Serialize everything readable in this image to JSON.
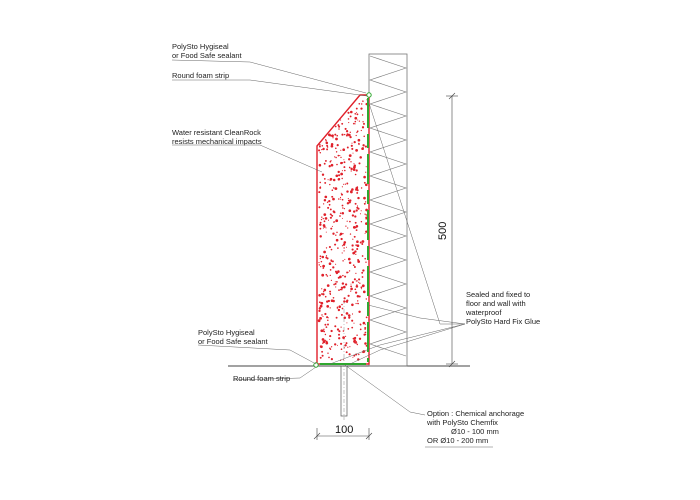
{
  "labels": {
    "top_sealant_1": "PolySto Hygiseal",
    "top_sealant_2": "or  Food Safe sealant",
    "top_foam": "Round foam strip",
    "cleanrock_1": "Water resistant  CleanRock",
    "cleanrock_2": "resists mechanical impacts",
    "fixed_1": "Sealed and fixed to",
    "fixed_2": "floor and wall with",
    "fixed_3": "waterproof",
    "fixed_4": "PolySto Hard Fix Glue",
    "bottom_sealant_1": "PolySto Hygiseal",
    "bottom_sealant_2": "or  Food Safe sealant",
    "bottom_foam": "Round foam strip",
    "option_1": "Option : Chemical anchorage",
    "option_2": "with PolySto Chemfix",
    "option_3": "Ø10 - 100 mm",
    "option_4": "OR      Ø10 - 200 mm"
  },
  "dimensions": {
    "height": "500",
    "width": "100"
  },
  "colors": {
    "panel_outline": "#e0202a",
    "dots": "#e0202a",
    "glue": "#2ea82e",
    "lines": "#555555"
  }
}
